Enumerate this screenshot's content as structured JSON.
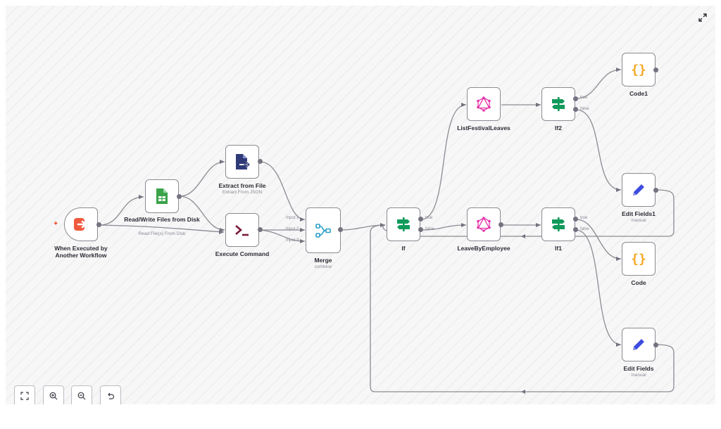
{
  "nodes": {
    "trigger": {
      "title": "When Executed by Another Workflow"
    },
    "readwrite": {
      "title": "Read/Write Files from Disk",
      "subtitle": "Read File(s) From Disk"
    },
    "extract": {
      "title": "Extract from File",
      "subtitle": "Extract From JSON"
    },
    "execute": {
      "title": "Execute Command"
    },
    "merge": {
      "title": "Merge",
      "subtitle": "combine",
      "inputs": [
        "Input 1",
        "Input 2",
        "Input 3"
      ]
    },
    "if": {
      "title": "If",
      "outputs": [
        "true",
        "false"
      ]
    },
    "listfestival": {
      "title": "ListFestivalLeaves"
    },
    "leavebyemployee": {
      "title": "LeaveByEmployee"
    },
    "if2": {
      "title": "If2",
      "outputs": [
        "true",
        "false"
      ]
    },
    "if1": {
      "title": "If1",
      "outputs": [
        "true",
        "false"
      ]
    },
    "code1": {
      "title": "Code1"
    },
    "editfields1": {
      "title": "Edit Fields1",
      "subtitle": "manual"
    },
    "code": {
      "title": "Code"
    },
    "editfields": {
      "title": "Edit Fields",
      "subtitle": "manual"
    }
  },
  "icons": {
    "trigger": "sign-out-icon",
    "readwrite": "file-spreadsheet-icon",
    "extract": "file-export-icon",
    "execute": "terminal-icon",
    "merge": "merge-icon",
    "if": "signpost-icon",
    "listfestival": "graphql-icon",
    "leavebyemployee": "graphql-icon",
    "code": "braces-icon",
    "editfields": "pencil-icon"
  },
  "colors": {
    "trigger": "#ef5a3c",
    "readwrite": "#3aa34a",
    "extract": "#2f3a78",
    "execute": "#7a1a3a",
    "merge": "#2aa0c8",
    "if": "#119a5b",
    "graphql": "#e535ab",
    "code": "#f5a623",
    "editfields": "#3d4ce0"
  },
  "controls": [
    "fit-view-button",
    "zoom-in-button",
    "zoom-out-button",
    "reset-zoom-button"
  ]
}
